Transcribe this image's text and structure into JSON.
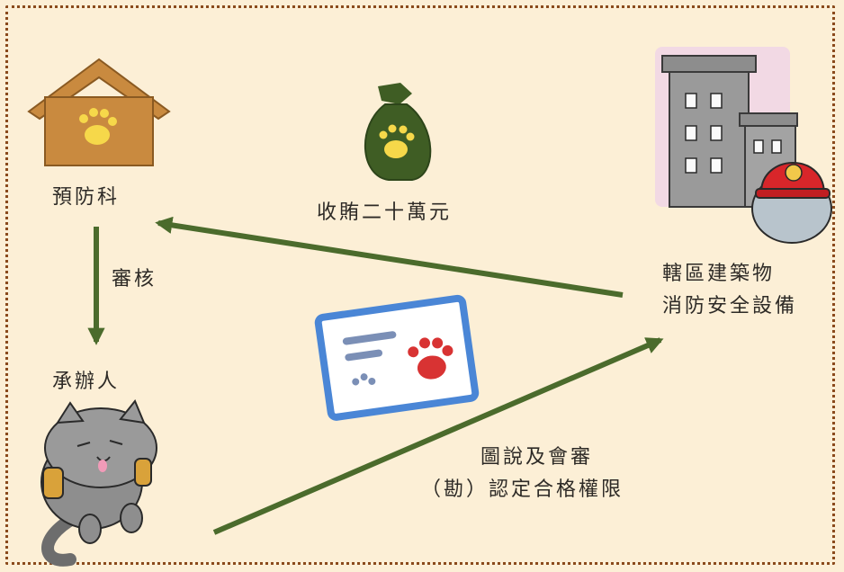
{
  "nodes": {
    "prevention_section": "預防科",
    "case_officer": "承辦人",
    "building_line1": "轄區建築物",
    "building_line2": "消防安全設備"
  },
  "edges": {
    "review": "審核",
    "bribe": "收賄二十萬元",
    "authority_line1": "圖說及會審",
    "authority_line2": "（勘）認定合格權限"
  },
  "colors": {
    "background": "#fcefd6",
    "frame": "#8a4a1c",
    "arrow": "#4b6b2c",
    "house": "#c98a3f",
    "money_bag": "#3f5d24",
    "card_border": "#4a86d6",
    "paw_red": "#d83333"
  }
}
